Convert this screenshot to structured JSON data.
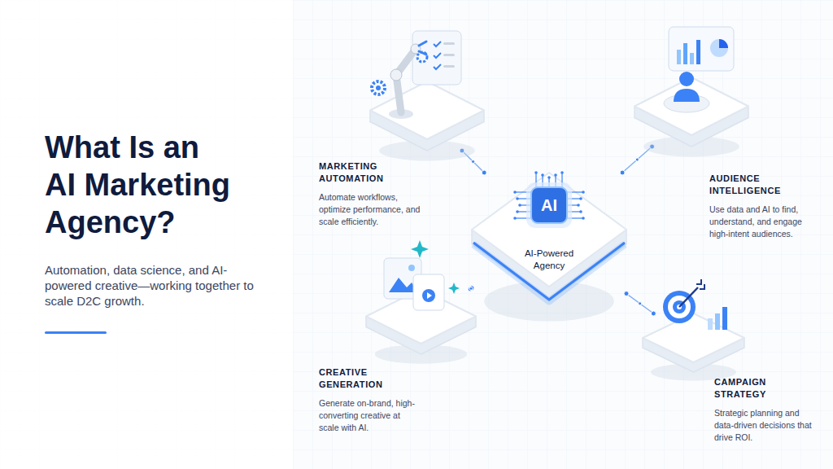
{
  "diagram": {
    "title": "What Is an AI Marketing Agency?",
    "caption": "Automation, data science, and AI-powered creative—working together to scale D2C growth.",
    "nodes": [
      {
        "text": [
          "MARKETING AUTOMATION",
          "Automate workflows, optimize performance, and scale efficiently."
        ]
      },
      {
        "text": [
          "AUDIENCE INTELLIGENCE",
          "Use data and AI to find, understand, and engage high-intent audiences."
        ]
      },
      {
        "text": [
          "AI",
          "AI-Powered Agency"
        ]
      },
      {
        "text": [
          "CREATIVE GENERATION",
          "Generate on-brand, high-converting creative at scale with AI."
        ]
      },
      {
        "text": [
          "CAMPAIGN STRATEGY",
          "Strategic planning and data-driven decisions that drive ROI."
        ]
      }
    ],
    "edges": [
      {
        "from": 0,
        "to": 2,
        "arrow": "none"
      },
      {
        "from": 1,
        "to": 2,
        "arrow": "none"
      },
      {
        "from": 3,
        "to": 2,
        "arrow": "none"
      },
      {
        "from": 4,
        "to": 2,
        "arrow": "none"
      }
    ]
  }
}
